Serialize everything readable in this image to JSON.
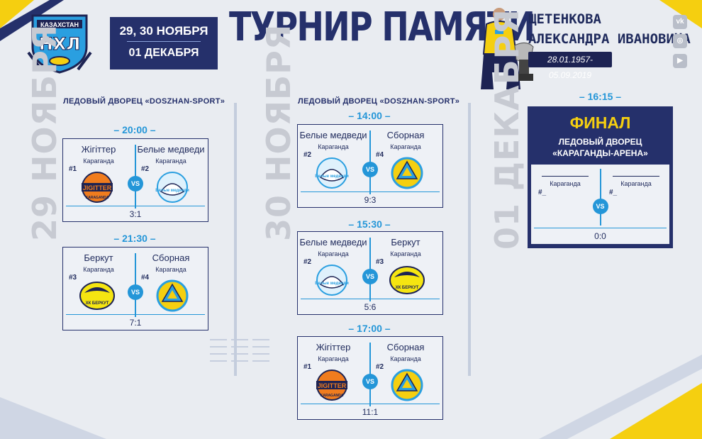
{
  "header": {
    "logo_top": "КАЗАХСТАН",
    "logo_main": "НХЛ",
    "dates_line1": "29, 30 НОЯБРЯ",
    "dates_line2": "01 ДЕКАБРЯ",
    "title": "ТУРНИР ПАМЯТИ",
    "name_line1": "ЩЕТЕНКОВА",
    "name_line2": "АЛЕКСАНДРА ИВАНОВИЧА",
    "lifespan": "28.01.1957-05.09.2019"
  },
  "social": [
    {
      "icon": "vk-icon",
      "glyph": "vk"
    },
    {
      "icon": "instagram-icon",
      "glyph": "◎"
    },
    {
      "icon": "youtube-icon",
      "glyph": "▶"
    }
  ],
  "day1": {
    "label": "29 НОЯБРЯ",
    "venue": "ЛЕДОВЫЙ ДВОРЕЦ «DOSZHAN-SPORT»",
    "games": [
      {
        "time": "– 20:00 –",
        "home": {
          "name": "Жігіттер",
          "city": "Караганда",
          "seed": "#1"
        },
        "away": {
          "name": "Белые медведи",
          "city": "Караганда",
          "seed": "#2"
        },
        "vs": "VS",
        "score": "3:1"
      },
      {
        "time": "– 21:30 –",
        "home": {
          "name": "Беркут",
          "city": "Караганда",
          "seed": "#3"
        },
        "away": {
          "name": "Сборная",
          "city": "Караганда",
          "seed": "#4"
        },
        "vs": "VS",
        "score": "7:1"
      }
    ]
  },
  "day2": {
    "label": "30 НОЯБРЯ",
    "venue": "ЛЕДОВЫЙ ДВОРЕЦ «DOSZHAN-SPORT»",
    "games": [
      {
        "time": "– 14:00 –",
        "home": {
          "name": "Белые медведи",
          "city": "Караганда",
          "seed": "#2"
        },
        "away": {
          "name": "Сборная",
          "city": "Караганда",
          "seed": "#4"
        },
        "vs": "VS",
        "score": "9:3"
      },
      {
        "time": "– 15:30 –",
        "home": {
          "name": "Белые медведи",
          "city": "Караганда",
          "seed": "#2"
        },
        "away": {
          "name": "Беркут",
          "city": "Караганда",
          "seed": "#3"
        },
        "vs": "VS",
        "score": "5:6"
      },
      {
        "time": "– 17:00 –",
        "home": {
          "name": "Жігіттер",
          "city": "Караганда",
          "seed": "#1"
        },
        "away": {
          "name": "Сборная",
          "city": "Караганда",
          "seed": "#2"
        },
        "vs": "VS",
        "score": "11:1"
      }
    ]
  },
  "day3": {
    "label": "01 ДЕКАБРЯ",
    "time": "– 16:15 –",
    "final_title": "ФИНАЛ",
    "venue_line1": "ЛЕДОВЫЙ ДВОРЕЦ",
    "venue_line2": "«КАРАГАНДЫ-АРЕНА»",
    "home": {
      "city": "Караганда",
      "seed": "#_"
    },
    "away": {
      "city": "Караганда",
      "seed": "#_"
    },
    "vs": "VS",
    "score": "0:0"
  },
  "emblems": {
    "zhigitter": "JIGITTER",
    "zhigitter_sub": "KARAGANDA",
    "medvedi": "Белые медведи",
    "berkut": "ХК БЕРКУТ"
  },
  "colors": {
    "navy": "#25306b",
    "accent": "#2496d8",
    "yellow": "#f5cf10",
    "orange": "#f07c1e"
  }
}
